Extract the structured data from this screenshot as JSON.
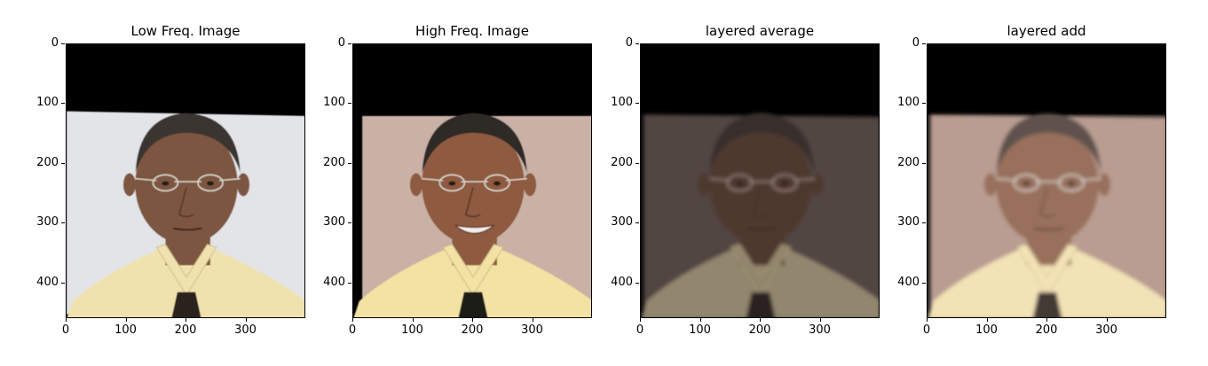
{
  "chart_data": [
    {
      "type": "image",
      "title": "Low Freq. Image",
      "x_ticks": [
        "0",
        "100",
        "200",
        "300"
      ],
      "y_ticks": [
        "0",
        "100",
        "200",
        "300",
        "400"
      ],
      "xlim": [
        0,
        400
      ],
      "ylim": [
        460,
        0
      ],
      "variant": "low",
      "colors": {
        "bg": "#e3e4e8",
        "skin": "#7b5640",
        "shirt": "#f0e2ae",
        "tie": "#2a201c",
        "hair": "#3b3431"
      }
    },
    {
      "type": "image",
      "title": "High Freq. Image",
      "x_ticks": [
        "0",
        "100",
        "200",
        "300"
      ],
      "y_ticks": [
        "0",
        "100",
        "200",
        "300",
        "400"
      ],
      "xlim": [
        0,
        400
      ],
      "ylim": [
        460,
        0
      ],
      "variant": "high",
      "colors": {
        "bg": "#c9b1a6",
        "skin": "#8e5a40",
        "shirt": "#f2e2a3",
        "tie": "#1d1a18",
        "hair": "#2f2a28"
      }
    },
    {
      "type": "image",
      "title": "layered average",
      "x_ticks": [
        "0",
        "100",
        "200",
        "300"
      ],
      "y_ticks": [
        "0",
        "100",
        "200",
        "300",
        "400"
      ],
      "xlim": [
        0,
        400
      ],
      "ylim": [
        460,
        0
      ],
      "variant": "avg",
      "colors": {
        "bg": "#5e5350",
        "skin": "#5a4336",
        "shirt": "#b4a888",
        "tie": "#2a2420",
        "hair": "#3e3632"
      }
    },
    {
      "type": "image",
      "title": "layered add",
      "x_ticks": [
        "0",
        "100",
        "200",
        "300"
      ],
      "y_ticks": [
        "0",
        "100",
        "200",
        "300",
        "400"
      ],
      "xlim": [
        0,
        400
      ],
      "ylim": [
        460,
        0
      ],
      "variant": "add",
      "colors": {
        "bg": "#b09286",
        "skin": "#8a5f48",
        "shirt": "#f1e2b0",
        "tie": "#2a221e",
        "hair": "#4a3e38"
      }
    }
  ]
}
